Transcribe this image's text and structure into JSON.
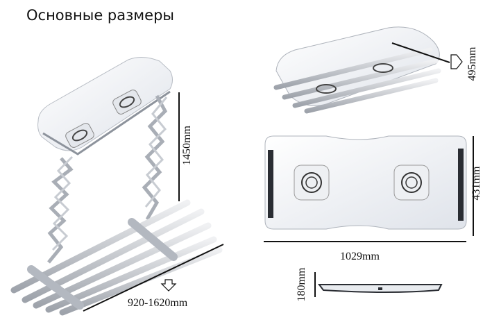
{
  "title": "Основные размеры",
  "dimensions": {
    "lift_height": "1450mm",
    "extended_length": "920-1620mm",
    "depth": "495mm",
    "width": "431mm",
    "length": "1029mm",
    "height": "180mm"
  },
  "colors": {
    "line": "#111111",
    "panel": "#f2f4f7",
    "rail": "#c9ccd2",
    "accent_dark": "#2a2d33"
  }
}
